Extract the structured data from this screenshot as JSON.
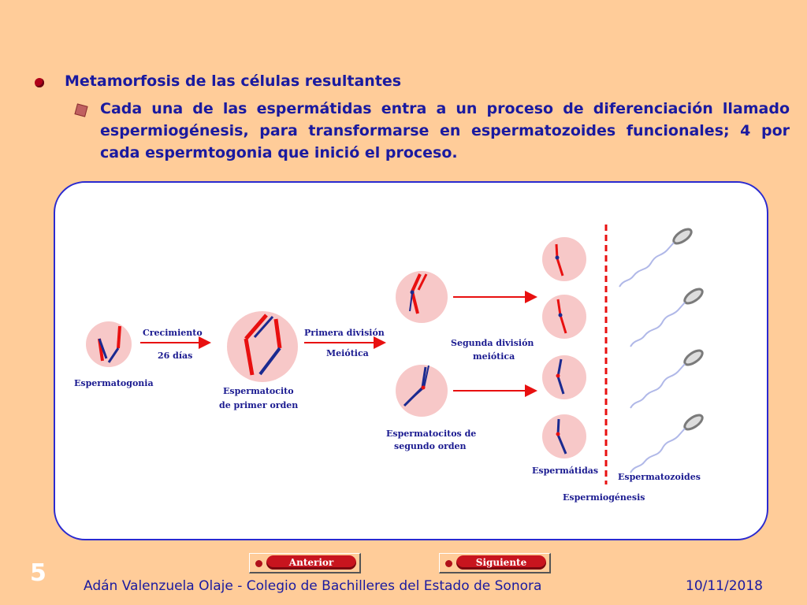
{
  "heading": "Metamorfosis de las células resultantes",
  "paragraph": "Cada una de las espermátidas entra a un proceso de diferenciación llamado espermiogénesis, para transformarse en espermatozoides funcionales; 4 por cada espermtogonia que inició el proceso.",
  "diagram": {
    "labels": {
      "espermatogonia": "Espermatogonia",
      "crecimiento": "Crecimiento",
      "dias": "26 días",
      "espermatocito1": "Espermatocito",
      "espermatocito2": "de primer orden",
      "primera1": "Primera división",
      "primera2": "Meiótica",
      "segunda1": "Segunda división",
      "segunda2": "meiótica",
      "sec1": "Espermatocitos de",
      "sec2": "segundo orden",
      "espermatidas": "Espermátidas",
      "espermatozoides": "Espermatozoides",
      "espermiogenesis": "Espermiogénesis"
    }
  },
  "nav": {
    "prev_label": "Anterior",
    "next_label": "Siguiente"
  },
  "page_number": "5",
  "footer": "Adán Valenzuela Olaje - Colegio de Bachilleres del Estado de Sonora",
  "date": "10/11/2018",
  "colors": {
    "background": "#FFCC99",
    "text": "#1a1aa0",
    "panel_border": "#2a2ad0",
    "cell": "#f7c8c8",
    "chromosome_red": "#e81010",
    "chromosome_blue": "#1a2a90"
  }
}
